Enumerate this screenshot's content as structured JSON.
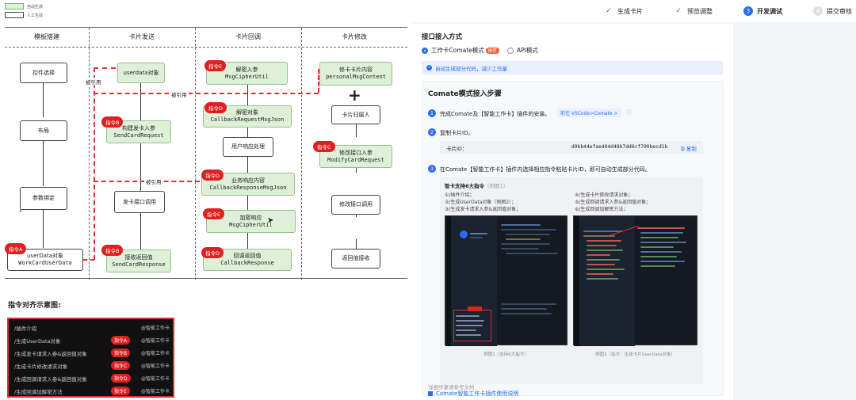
{
  "legend": {
    "auto": "自动生成",
    "manual": "人工生成"
  },
  "diagram": {
    "columns": [
      "模板搭建",
      "卡片发送",
      "卡片回调",
      "卡片修改"
    ],
    "col1": {
      "n1": "控件选择",
      "n2": "布局",
      "n3": "参数绑定",
      "n4a": "userData对象",
      "n4b": "WorkCardUserData"
    },
    "col2": {
      "n1": "userdata对象",
      "n2a": "构建发卡入参",
      "n2b": "SendCardRequest",
      "n3": "发卡接口调用",
      "n4a": "接收返回值",
      "n4b": "SendCardResponse"
    },
    "col3": {
      "n1a": "解密入参",
      "n1b": "MsgCipherUtil",
      "n2a": "解密对象",
      "n2b": "CallbackRequestMsgJson",
      "n3": "用户响应处理",
      "n4a": "业务响应内容",
      "n4b": "CallbackResponseMsgJson",
      "n5a": "加密响应",
      "n5b": "MsgCipherUtil",
      "n6a": "回调返回值",
      "n6b": "CallbackResponse"
    },
    "col4": {
      "n1a": "修卡卡片内容",
      "n1b": "personalMsgContent",
      "plus": "+",
      "n2": "卡片归属人",
      "n3a": "修改接口入参",
      "n3b": "ModifyCardRequest",
      "n4": "修改接口调用",
      "n5": "返回值接收"
    },
    "tags": {
      "a": "指令A",
      "b": "指令B",
      "c": "指令C",
      "d": "指令D",
      "e": "指令E"
    },
    "ref": "被引用"
  },
  "align": {
    "title": "指令对齐示意图:",
    "rows": [
      {
        "desc": "/插件介绍",
        "tag": "",
        "tool": "@智能工作卡"
      },
      {
        "desc": "/生成UserData对象",
        "tag": "指令A",
        "tool": "@智能工作卡"
      },
      {
        "desc": "/生成发卡请求入参&返回值对象",
        "tag": "指令B",
        "tool": "@智能工作卡"
      },
      {
        "desc": "/生成卡片修改请求对象",
        "tag": "指令C",
        "tool": "@智能工作卡"
      },
      {
        "desc": "/生成回调请求入参&返回值对象",
        "tag": "指令D",
        "tool": "@智能工作卡"
      },
      {
        "desc": "/生成回调加解密方法",
        "tag": "指令E",
        "tool": "@智能工作卡"
      }
    ]
  },
  "steps": [
    {
      "label": "生成卡片",
      "state": "done",
      "mark": "✓"
    },
    {
      "label": "预览调整",
      "state": "done",
      "mark": "✓"
    },
    {
      "label": "开发调试",
      "state": "active",
      "mark": "3"
    },
    {
      "label": "提交审核",
      "state": "pending",
      "mark": "4"
    }
  ],
  "access": {
    "title": "接口接入方式",
    "opt1": "工作卡Comate模式",
    "badge": "推荐",
    "opt2": "API模式",
    "notice": "自动生成部分代码，减少工作量"
  },
  "guide": {
    "title": "Comate模式接入步骤",
    "step1_text": "完成Comate及【智能工作卡】插件的安装。",
    "step1_link": "前往 VSCode>Comate >",
    "step2_text": "复制卡片ID。",
    "card_id_label": "卡片ID：",
    "card_id_value": "d9bb44efae404d48b7dd6cf790becd1b",
    "copy_label": "复制",
    "step3_text": "在Comate【智能工作卡】插件内选择相应指令粘贴卡片ID，即可自动生成部分代码。",
    "cmds_title": "智卡支持6大指令",
    "cmds_hint": "（例图1）",
    "cmds_left": [
      "①/插件介绍；",
      "②/生成UserData对象（例图2）；",
      "③/生成发卡请求入参&返回值对象；"
    ],
    "cmds_right": [
      "④/生成卡片修改请求对象；",
      "⑤/生成回调请求入参&返回值对象；",
      "⑥/生成回调加解密方法；"
    ],
    "cap1": "例图1（支持6大指令）",
    "cap2": "例图2（指令：生成卡片UserData对象）",
    "doc_label": "详细步骤请参考文档",
    "doc_link": "Comate智能工作卡插件使用说明"
  },
  "colors": {
    "accent": "#2a6df4",
    "tag": "#e02020",
    "node_green": "#dff0d8",
    "ref_line": "#dd3333"
  }
}
